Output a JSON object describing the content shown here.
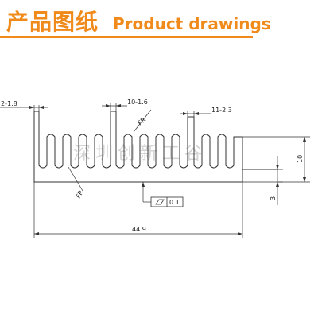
{
  "header": {
    "title_cn": "产品图纸",
    "title_en": "Product drawings"
  },
  "drawing": {
    "dims": {
      "fin_left": "2-1.8",
      "fin_mid": "10-1.6",
      "fin_right": "11-2.3",
      "fr_upper": "FR",
      "fr_lower": "FR",
      "height": "10",
      "base": "3",
      "width": "44.9",
      "flatness": "0.1"
    },
    "watermark": "深圳创新工谷"
  },
  "colors": {
    "accent": "#f08a1a",
    "line": "#333333"
  }
}
